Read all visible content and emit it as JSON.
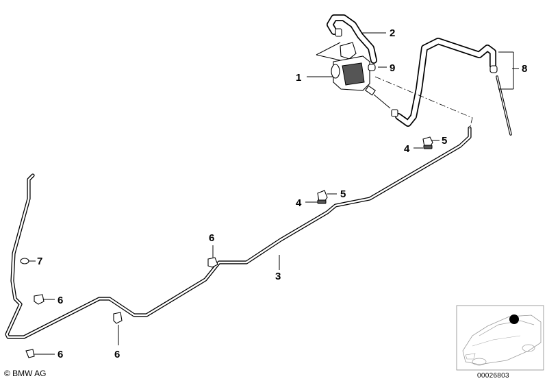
{
  "callouts": {
    "c1": "1",
    "c2": "2",
    "c3": "3",
    "c4a": "4",
    "c4b": "4",
    "c5a": "5",
    "c5b": "5",
    "c6a": "6",
    "c6b": "6",
    "c6c": "6",
    "c6d": "6",
    "c7": "7",
    "c8": "8",
    "c9": "9"
  },
  "footer": {
    "copyright": "© BMW AG",
    "part_number": "00026803"
  }
}
